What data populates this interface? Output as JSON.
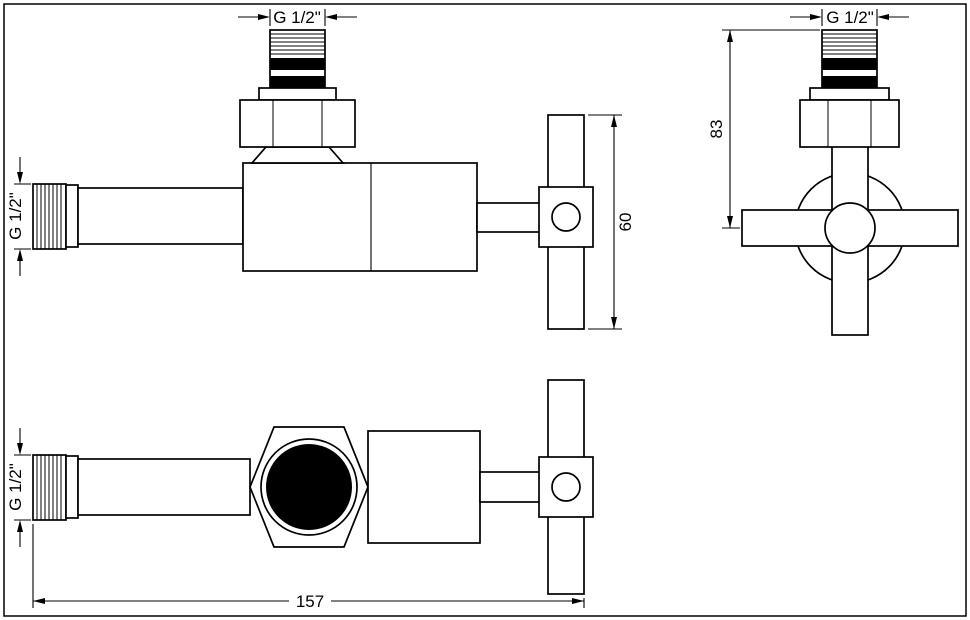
{
  "labels": {
    "side_top_thread": "G 1/2\"",
    "side_left_thread": "G 1/2\"",
    "side_handle_dim": "60",
    "front_top_thread": "G 1/2\"",
    "front_height_dim": "83",
    "top_left_thread": "G 1/2\"",
    "top_length_dim": "157"
  },
  "colors": {
    "line": "#000000",
    "background": "#ffffff"
  }
}
